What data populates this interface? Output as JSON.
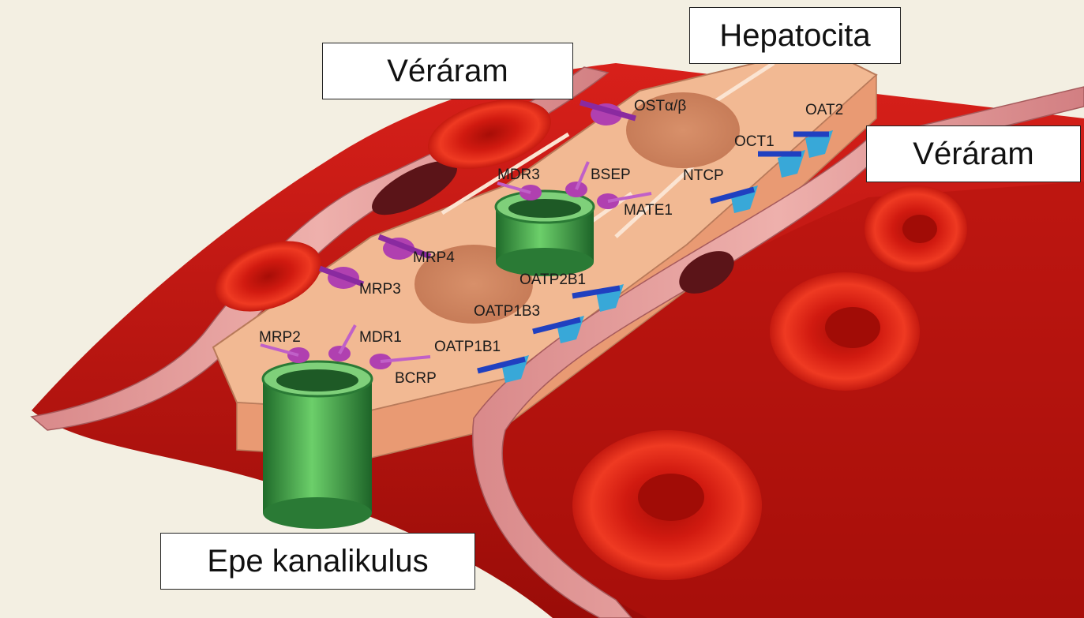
{
  "labels": {
    "blood_vessel_left": "Véráram",
    "hepatocyte": "Hepatocita",
    "blood_vessel_right": "Véráram",
    "bile_canaliculus": "Epe kanalikulus"
  },
  "transporters": {
    "ost": "OSTα/β",
    "oat2": "OAT2",
    "oct1": "OCT1",
    "mdr3": "MDR3",
    "bsep": "BSEP",
    "ntcp": "NTCP",
    "mate1": "MATE1",
    "mrp4": "MRP4",
    "mrp3": "MRP3",
    "oatp2b1": "OATP2B1",
    "oatp1b3": "OATP1B3",
    "mrp2": "MRP2",
    "mdr1": "MDR1",
    "oatp1b1": "OATP1B1",
    "bcrp": "BCRP"
  },
  "colors": {
    "background": "#f3efe2",
    "blood": "#c8150e",
    "vessel_wall": "#e8a3a0",
    "hepatocyte": "#f0b58f",
    "canaliculus": "#3a9a4a",
    "efflux_transporter": "#b040b0",
    "uptake_transporter": "#38a8d8",
    "uptake_arrow": "#2040c0"
  }
}
